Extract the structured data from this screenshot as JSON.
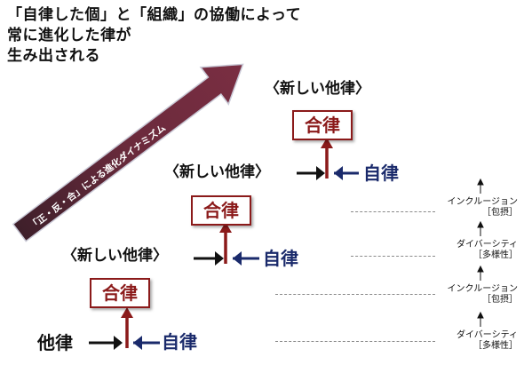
{
  "header": {
    "title": "「自律した個」と「組織」の協働によって\n常に進化した律が\n生み出される"
  },
  "big_arrow": {
    "label": "「正・反・合」による進化ダイナミズム",
    "color": "#5a2030"
  },
  "levels": [
    {
      "base_label": "他律",
      "result_label": "合律",
      "self_label": "自律"
    },
    {
      "base_label": "〈新しい他律〉",
      "result_label": "合律",
      "self_label": "自律"
    },
    {
      "base_label": "〈新しい他律〉",
      "result_label": "合律",
      "self_label": "自律"
    },
    {
      "base_label": "〈新しい他律〉"
    }
  ],
  "side_stages": [
    {
      "line1": "ダイバーシティ",
      "line2": "［多様性］"
    },
    {
      "line1": "インクルージョン",
      "line2": "［包摂］"
    },
    {
      "line1": "ダイバーシティ",
      "line2": "［多様性］"
    },
    {
      "line1": "インクルージョン",
      "line2": "［包摂］"
    }
  ],
  "colors": {
    "up_arrow": "#8b1a1a",
    "self_arrow": "#1a2a6b",
    "right_arrow": "#111111"
  }
}
